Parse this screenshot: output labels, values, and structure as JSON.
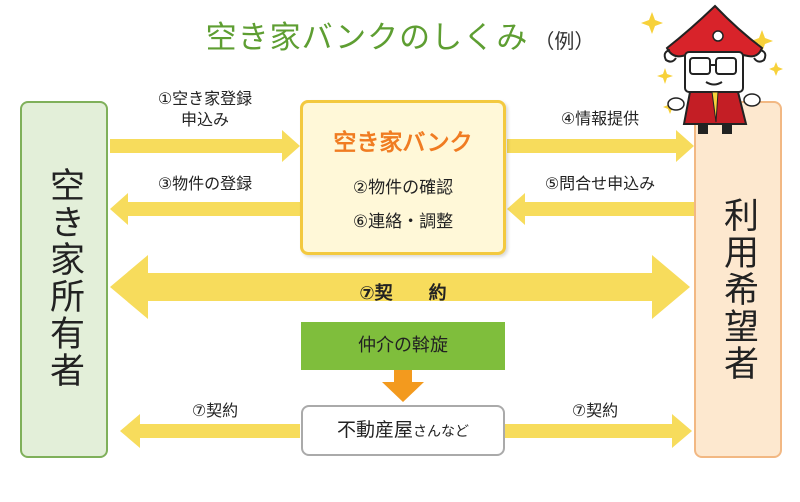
{
  "title": {
    "main": "空き家バンクのしくみ",
    "sub": "（例）"
  },
  "owner": {
    "label": "空き家所有者"
  },
  "user": {
    "label": "利用希望者"
  },
  "bank": {
    "title": "空き家バンク",
    "items": [
      "②物件の確認",
      "⑥連絡・調整"
    ]
  },
  "arrows": {
    "apply_line1": "①空き家登録",
    "apply_line2": "申込み",
    "register": "③物件の登録",
    "info": "④情報提供",
    "inquiry": "⑤問合せ申込み",
    "contract": "⑦契　　約",
    "contract_left": "⑦契約",
    "contract_right": "⑦契約"
  },
  "mediation": {
    "label": "仲介の斡旋"
  },
  "agent": {
    "main": "不動産屋",
    "suffix": "さんなど"
  },
  "colors": {
    "arrow_yellow": "#f7dc5c",
    "mediation_green": "#7fbe3c",
    "down_arrow_orange": "#f39a1e",
    "bank_title_orange": "#f07c22",
    "title_green": "#5e9e32"
  },
  "mascot": {
    "icon": "mascot-house-character-icon"
  }
}
